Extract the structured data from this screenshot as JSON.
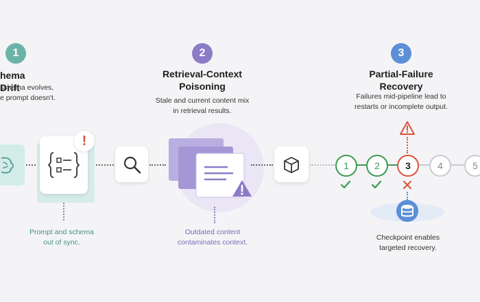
{
  "colors": {
    "teal": "#6bb3a8",
    "purple": "#8c7bc6",
    "blue": "#5b8fd6",
    "green": "#3a9a52",
    "red": "#d9533b",
    "gray": "#9aa0a6"
  },
  "sections": [
    {
      "number": "1",
      "title": "hema Drift",
      "description_lines": [
        "schema evolves,",
        "e prompt doesn't."
      ],
      "caption_lines": [
        "Prompt and schema",
        "out of sync."
      ]
    },
    {
      "number": "2",
      "title_lines": [
        "Retrieval-Context",
        "Poisoning"
      ],
      "description_lines": [
        "Stale and current content mix",
        "in retrieval results."
      ],
      "caption_lines": [
        "Outdated content",
        "contaminates context."
      ]
    },
    {
      "number": "3",
      "title_lines": [
        "Partial-Failure",
        "Recovery"
      ],
      "description_lines": [
        "Failures mid-pipeline lead to",
        "restarts or incomplete output."
      ],
      "caption_lines": [
        "Checkpoint enables",
        "targeted recovery."
      ],
      "pipeline_steps": [
        {
          "label": "1",
          "status": "done"
        },
        {
          "label": "2",
          "status": "done"
        },
        {
          "label": "3",
          "status": "failed"
        },
        {
          "label": "4",
          "status": "pending"
        },
        {
          "label": "5",
          "status": "pending"
        }
      ]
    }
  ],
  "icons": {
    "brain": "brain-icon",
    "schema": "schema-braces-icon",
    "alert": "exclamation-icon",
    "search": "magnifier-icon",
    "document": "document-stack-icon",
    "warning": "warning-triangle-icon",
    "cube": "cube-icon",
    "check": "checkmark-icon",
    "cross": "x-mark-icon",
    "database": "database-icon"
  }
}
